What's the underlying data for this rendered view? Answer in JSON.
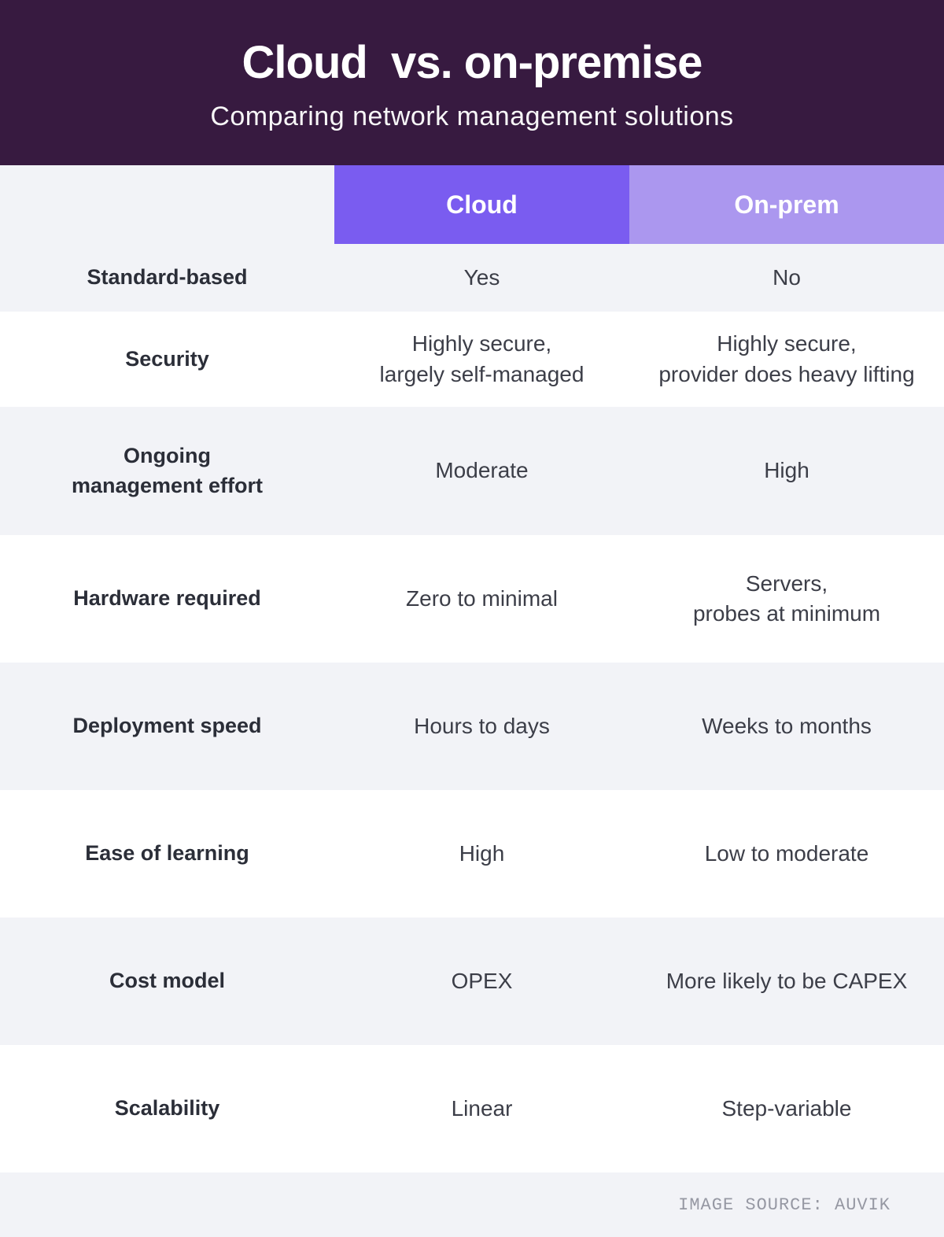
{
  "colors": {
    "hero-bg": "#371a40",
    "cloud-header-bg": "#7a5cf0",
    "onprem-header-bg": "#ab97ef",
    "row-alt-bg": "#f2f3f7",
    "row-bg": "#ffffff",
    "header-text": "#ffffff",
    "label-text": "#2b2e38",
    "value-text": "#3c3e48",
    "source-text": "#9698a3"
  },
  "hero": {
    "title": "Cloud  vs. on-premise",
    "subtitle": "Comparing network management solutions"
  },
  "columns": {
    "cloud": "Cloud",
    "onprem": "On-prem"
  },
  "rows": [
    {
      "label": "Standard-based",
      "cloud": "Yes",
      "onprem": "No"
    },
    {
      "label": "Security",
      "cloud": "Highly secure,\nlargely self-managed",
      "onprem": "Highly secure,\nprovider does heavy lifting"
    },
    {
      "label": "Ongoing\nmanagement effort",
      "cloud": "Moderate",
      "onprem": "High"
    },
    {
      "label": "Hardware required",
      "cloud": "Zero to minimal",
      "onprem": "Servers,\nprobes at minimum"
    },
    {
      "label": "Deployment speed",
      "cloud": "Hours to days",
      "onprem": "Weeks to months"
    },
    {
      "label": "Ease of learning",
      "cloud": "High",
      "onprem": "Low to moderate"
    },
    {
      "label": "Cost model",
      "cloud": "OPEX",
      "onprem": "More likely to be CAPEX"
    },
    {
      "label": "Scalability",
      "cloud": "Linear",
      "onprem": "Step-variable"
    }
  ],
  "footer": {
    "source": "IMAGE SOURCE: AUVIK"
  },
  "chart_data": {
    "type": "table",
    "title": "Cloud  vs. on-premise",
    "subtitle": "Comparing network management solutions",
    "columns": [
      "",
      "Cloud",
      "On-prem"
    ],
    "rows": [
      [
        "Standard-based",
        "Yes",
        "No"
      ],
      [
        "Security",
        "Highly secure, largely self-managed",
        "Highly secure, provider does heavy lifting"
      ],
      [
        "Ongoing management effort",
        "Moderate",
        "High"
      ],
      [
        "Hardware required",
        "Zero to minimal",
        "Servers, probes at minimum"
      ],
      [
        "Deployment speed",
        "Hours to days",
        "Weeks to months"
      ],
      [
        "Ease of learning",
        "High",
        "Low to moderate"
      ],
      [
        "Cost model",
        "OPEX",
        "More likely to be CAPEX"
      ],
      [
        "Scalability",
        "Linear",
        "Step-variable"
      ]
    ],
    "source": "IMAGE SOURCE: AUVIK",
    "layout": {
      "header_row_colors": [
        "#7a5cf0",
        "#ab97ef"
      ],
      "zebra_striping": true
    }
  }
}
